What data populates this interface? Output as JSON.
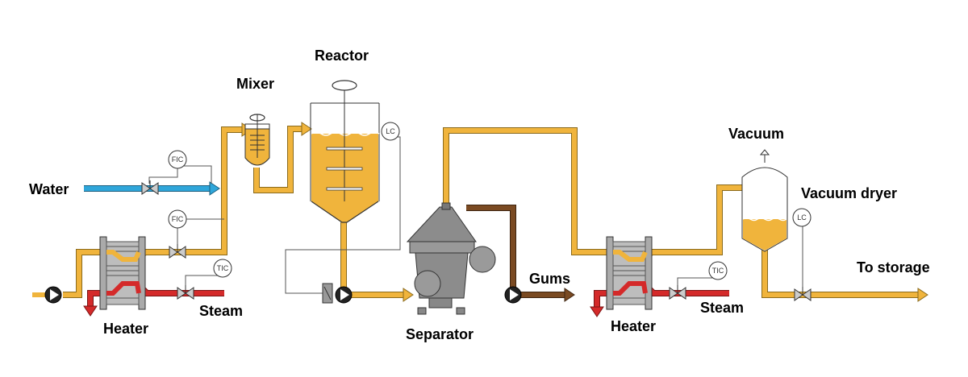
{
  "labels": {
    "water": "Water",
    "heater_left": "Heater",
    "steam_left": "Steam",
    "mixer": "Mixer",
    "reactor": "Reactor",
    "separator": "Separator",
    "gums": "Gums",
    "heater_right": "Heater",
    "steam_right": "Steam",
    "vacuum": "Vacuum",
    "vacuum_dryer": "Vacuum dryer",
    "to_storage": "To storage"
  },
  "instruments": {
    "fic_water": "FIC",
    "fic_feed": "FIC",
    "tic_left": "TIC",
    "lc_reactor": "LC",
    "tic_right": "TIC",
    "lc_dryer": "LC"
  },
  "colors": {
    "oil_stream": "#F0B43C",
    "water_stream": "#2FA6DA",
    "steam_stream": "#D42A2A",
    "gums_stream": "#7A4A22",
    "equipment": "#8C8C8C"
  }
}
